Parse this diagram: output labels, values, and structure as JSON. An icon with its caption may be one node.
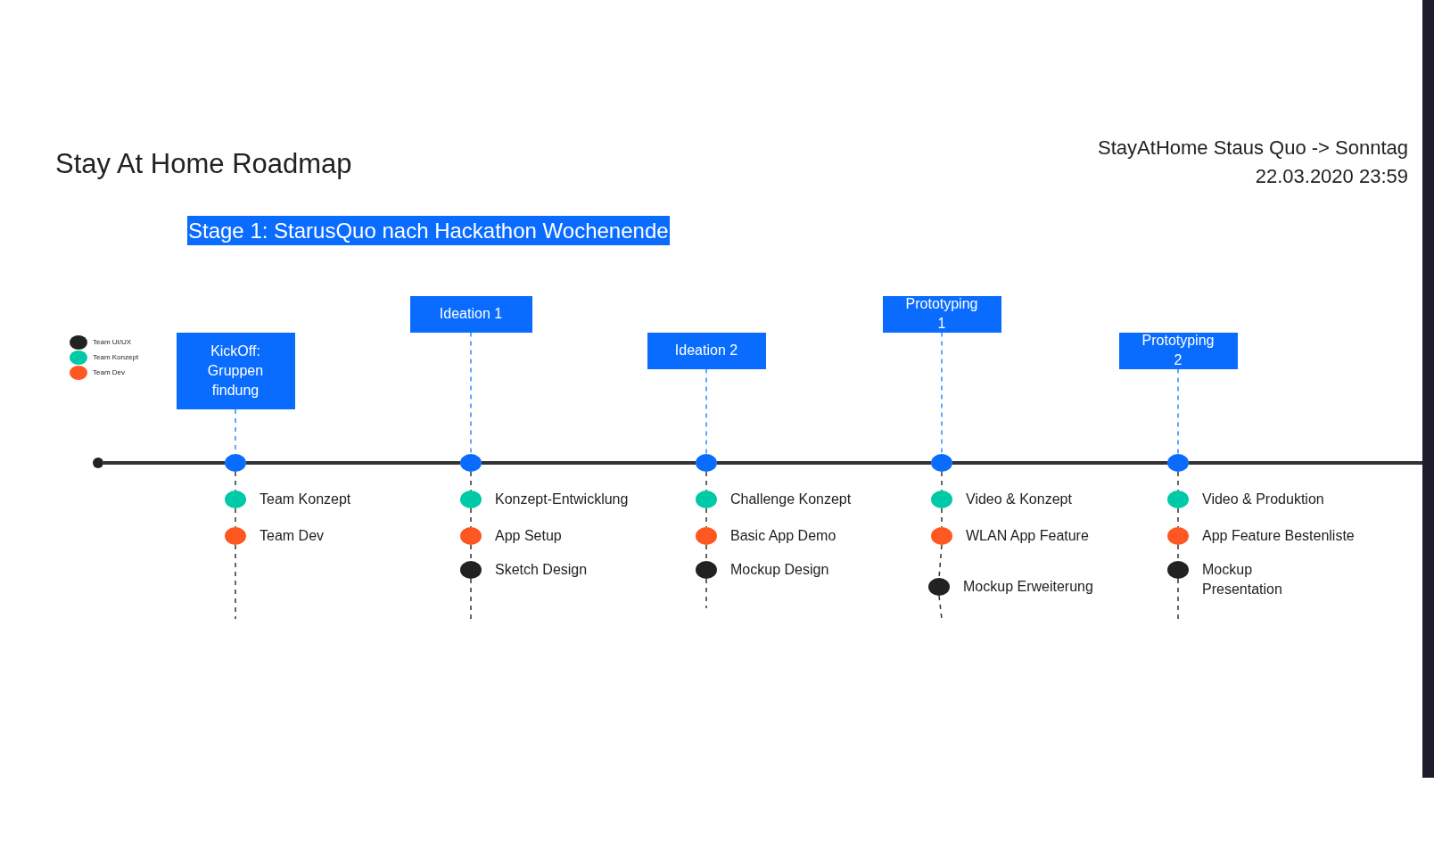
{
  "diagram": {
    "title": "Stay At Home Roadmap",
    "nodes": [
      {
        "text": [],
        "shape": "circle"
      },
      {
        "text": [
          "KickOff: Gruppen findung"
        ]
      },
      {
        "text": [],
        "shape": "circle"
      },
      {
        "text": [],
        "shape": "circle",
        "beside": [
          "Team Konzept"
        ]
      },
      {
        "text": [],
        "shape": "circle",
        "beside": [
          "Team Dev"
        ]
      },
      {
        "text": [
          "Ideation 1"
        ]
      },
      {
        "text": [],
        "shape": "circle"
      },
      {
        "text": [],
        "shape": "circle",
        "beside": [
          "Konzept-Entwicklung"
        ]
      },
      {
        "text": [],
        "shape": "circle",
        "beside": [
          "App Setup"
        ]
      },
      {
        "text": [],
        "shape": "circle",
        "beside": [
          "Sketch Design"
        ]
      },
      {
        "text": [
          "Ideation 2"
        ]
      },
      {
        "text": [],
        "shape": "circle"
      },
      {
        "text": [],
        "shape": "circle",
        "beside": [
          "Challenge Konzept"
        ]
      },
      {
        "text": [],
        "shape": "circle",
        "beside": [
          "Basic App Demo"
        ]
      },
      {
        "text": [],
        "shape": "circle",
        "beside": [
          "Mockup Design"
        ]
      },
      {
        "text": [
          "Prototyping 1"
        ]
      },
      {
        "text": [],
        "shape": "circle"
      },
      {
        "text": [],
        "shape": "circle",
        "beside": [
          "Video & Konzept"
        ]
      },
      {
        "text": [],
        "shape": "circle",
        "beside": [
          "WLAN App Feature"
        ]
      },
      {
        "text": [],
        "shape": "circle",
        "beside": [
          "Mockup Erweiterung"
        ]
      },
      {
        "text": [
          "Prototyping 2"
        ]
      },
      {
        "text": [],
        "shape": "circle"
      },
      {
        "text": [],
        "shape": "circle",
        "beside": [
          "Video & Produktion"
        ]
      },
      {
        "text": [],
        "shape": "circle",
        "beside": [
          "App Feature Bestenliste"
        ]
      },
      {
        "text": [],
        "shape": "circle",
        "beside": [
          "Mockup Presentation"
        ]
      }
    ],
    "edges": [
      {
        "from": 0,
        "to": 2,
        "arrow": "none",
        "style": "thick"
      },
      {
        "from": 2,
        "to": 6,
        "arrow": "none",
        "style": "thick"
      },
      {
        "from": 6,
        "to": 11,
        "arrow": "none",
        "style": "thick"
      },
      {
        "from": 11,
        "to": 16,
        "arrow": "none",
        "style": "thick"
      },
      {
        "from": 16,
        "to": 21,
        "arrow": "none",
        "style": "thick"
      },
      {
        "from": 21,
        "to": null,
        "arrow": "none",
        "style": "thick"
      },
      {
        "from": 1,
        "to": 2,
        "arrow": "none",
        "style": "dashed",
        "color": "#2d8cff"
      },
      {
        "from": 2,
        "to": 3,
        "arrow": "none",
        "style": "dashed"
      },
      {
        "from": 3,
        "to": 4,
        "arrow": "none",
        "style": "dashed"
      },
      {
        "from": 4,
        "to": null,
        "arrow": "none",
        "style": "dashed"
      },
      {
        "from": 5,
        "to": 6,
        "arrow": "none",
        "style": "dashed",
        "color": "#2d8cff"
      },
      {
        "from": 6,
        "to": 7,
        "arrow": "none",
        "style": "dashed"
      },
      {
        "from": 7,
        "to": 8,
        "arrow": "none",
        "style": "dashed"
      },
      {
        "from": 8,
        "to": 9,
        "arrow": "none",
        "style": "dashed"
      },
      {
        "from": 9,
        "to": null,
        "arrow": "none",
        "style": "dashed"
      },
      {
        "from": 10,
        "to": 11,
        "arrow": "none",
        "style": "dashed",
        "color": "#2d8cff"
      },
      {
        "from": 11,
        "to": 12,
        "arrow": "none",
        "style": "dashed"
      },
      {
        "from": 12,
        "to": 13,
        "arrow": "none",
        "style": "dashed"
      },
      {
        "from": 13,
        "to": 14,
        "arrow": "none",
        "style": "dashed"
      },
      {
        "from": 14,
        "to": null,
        "arrow": "none",
        "style": "dashed"
      },
      {
        "from": 15,
        "to": 16,
        "arrow": "none",
        "style": "dashed",
        "color": "#2d8cff"
      },
      {
        "from": 16,
        "to": 17,
        "arrow": "none",
        "style": "dashed"
      },
      {
        "from": 17,
        "to": 18,
        "arrow": "none",
        "style": "dashed"
      },
      {
        "from": 18,
        "to": 19,
        "arrow": "none",
        "style": "dashed"
      },
      {
        "from": 19,
        "to": null,
        "arrow": "none",
        "style": "dashed"
      },
      {
        "from": 20,
        "to": 21,
        "arrow": "none",
        "style": "dashed",
        "color": "#2d8cff"
      },
      {
        "from": 21,
        "to": 22,
        "arrow": "none",
        "style": "dashed"
      },
      {
        "from": 22,
        "to": 23,
        "arrow": "none",
        "style": "dashed"
      },
      {
        "from": 23,
        "to": 24,
        "arrow": "none",
        "style": "dashed"
      },
      {
        "from": 24,
        "to": null,
        "arrow": "none",
        "style": "dashed"
      }
    ],
    "labels": [
      "StayAtHome Staus Quo -> Sonntag 22.03.2020 23:59",
      "Stage 1: StarusQuo nach Hackathon Wochenende"
    ],
    "legend": [
      {
        "text": "Team UI/UX",
        "color": "#222222"
      },
      {
        "text": "Team Konzept",
        "color": "#00c9a7"
      },
      {
        "text": "Team Dev",
        "color": "#ff5722"
      }
    ]
  }
}
